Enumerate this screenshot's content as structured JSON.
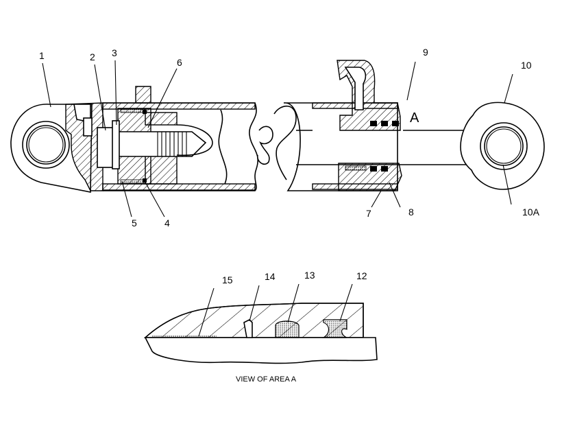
{
  "callouts": {
    "c1": "1",
    "c2": "2",
    "c3": "3",
    "c4": "4",
    "c5": "5",
    "c6": "6",
    "c7": "7",
    "c8": "8",
    "c9": "9",
    "c10": "10",
    "c10a": "10A",
    "c12": "12",
    "c13": "13",
    "c14": "14",
    "c15": "15"
  },
  "area_marker": "A",
  "detail_caption": "VIEW OF AREA A",
  "line_color": "#000000",
  "background_color": "#ffffff"
}
